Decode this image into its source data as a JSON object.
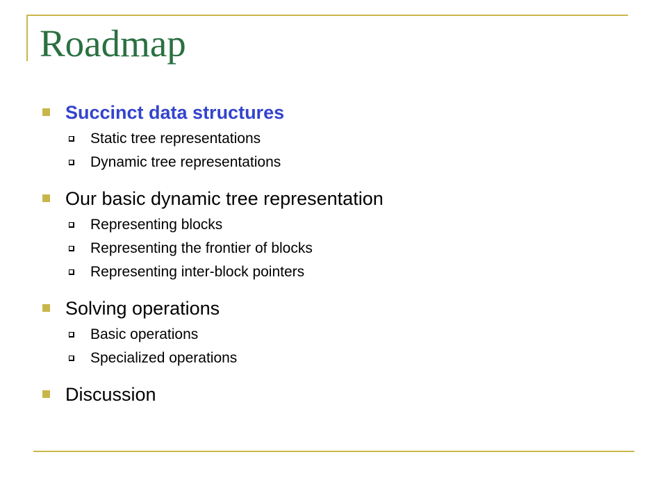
{
  "slide": {
    "title": "Roadmap",
    "accent_color": "#3344cc",
    "title_color": "#2a7041",
    "frame_color": "#c8b64a",
    "bullets": [
      {
        "label": "Succinct data structures",
        "highlighted": true,
        "sub": [
          "Static tree representations",
          "Dynamic tree representations"
        ]
      },
      {
        "label": "Our basic dynamic tree representation",
        "highlighted": false,
        "sub": [
          "Representing blocks",
          "Representing the frontier of blocks",
          "Representing inter-block pointers"
        ]
      },
      {
        "label": "Solving operations",
        "highlighted": false,
        "sub": [
          "Basic operations",
          "Specialized operations"
        ]
      },
      {
        "label": "Discussion",
        "highlighted": false,
        "sub": []
      }
    ]
  }
}
